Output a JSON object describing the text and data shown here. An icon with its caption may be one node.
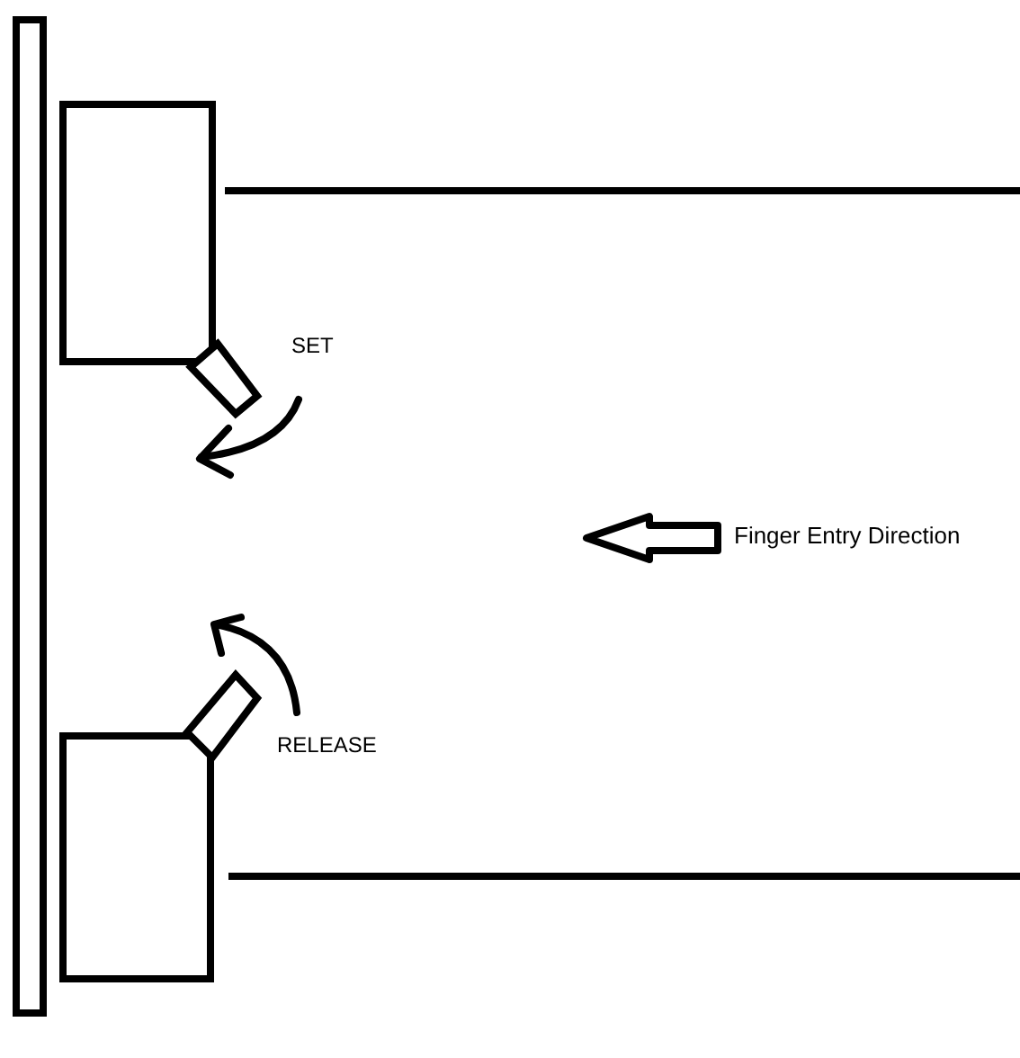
{
  "diagram": {
    "labels": [
      "SET",
      "Finger Entry Direction",
      "RELEASE"
    ]
  }
}
